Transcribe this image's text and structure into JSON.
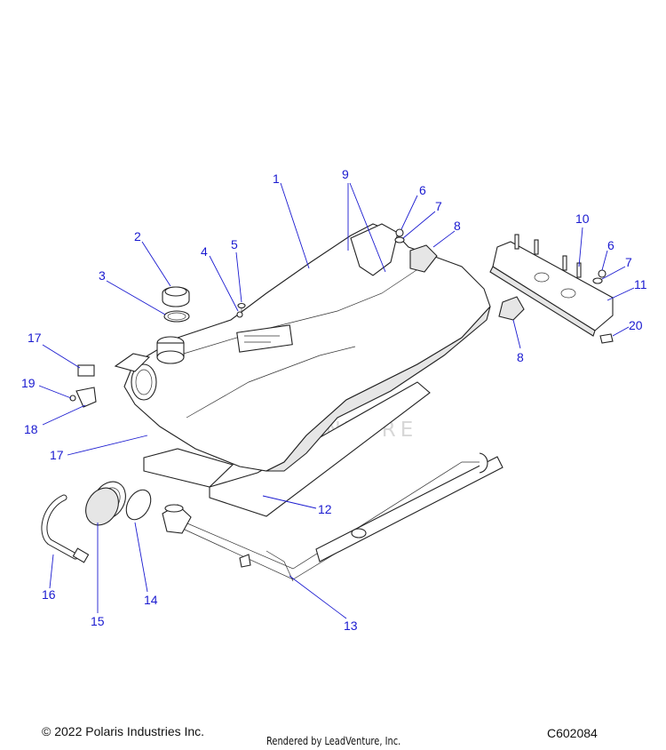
{
  "footer": {
    "copyright": "© 2022 Polaris Industries Inc.",
    "rendered_by": "Rendered by LeadVenture, Inc.",
    "diagram_code": "C602084"
  },
  "watermark": {
    "text": "LEADVENTURE"
  },
  "callouts": {
    "c1": "1",
    "c2": "2",
    "c3": "3",
    "c4": "4",
    "c5": "5",
    "c6a": "6",
    "c6b": "6",
    "c7a": "7",
    "c7b": "7",
    "c8a": "8",
    "c8b": "8",
    "c9": "9",
    "c10": "10",
    "c11": "11",
    "c12": "12",
    "c13": "13",
    "c14": "14",
    "c15": "15",
    "c16": "16",
    "c17a": "17",
    "c17b": "17",
    "c18": "18",
    "c19": "19",
    "c20": "20"
  },
  "colors": {
    "callout": "#1a1ad0",
    "line": "#222222"
  }
}
